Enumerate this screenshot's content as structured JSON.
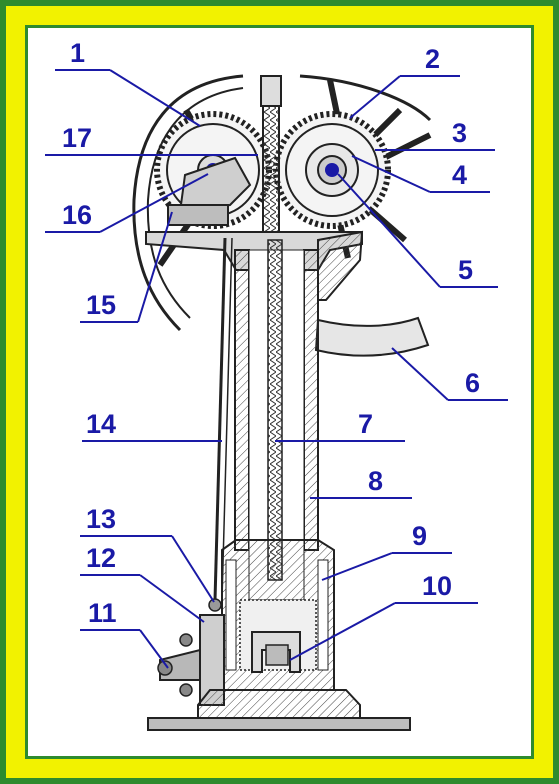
{
  "colors": {
    "frame_outer": "#2e8b2e",
    "frame_band": "#f2f200",
    "label_color": "#1a1aa6",
    "ink": "#222222",
    "metal": "#d9d9d9"
  },
  "icons": [
    "engine-cross-section-drawing"
  ],
  "labels": [
    {
      "id": "p1",
      "text": "1"
    },
    {
      "id": "p2",
      "text": "2"
    },
    {
      "id": "p3",
      "text": "3"
    },
    {
      "id": "p4",
      "text": "4"
    },
    {
      "id": "p5",
      "text": "5"
    },
    {
      "id": "p6",
      "text": "6"
    },
    {
      "id": "p7",
      "text": "7"
    },
    {
      "id": "p8",
      "text": "8"
    },
    {
      "id": "p9",
      "text": "9"
    },
    {
      "id": "p10",
      "text": "10"
    },
    {
      "id": "p11",
      "text": "11"
    },
    {
      "id": "p12",
      "text": "12"
    },
    {
      "id": "p13",
      "text": "13"
    },
    {
      "id": "p14",
      "text": "14"
    },
    {
      "id": "p15",
      "text": "15"
    },
    {
      "id": "p16",
      "text": "16"
    },
    {
      "id": "p17",
      "text": "17"
    }
  ]
}
